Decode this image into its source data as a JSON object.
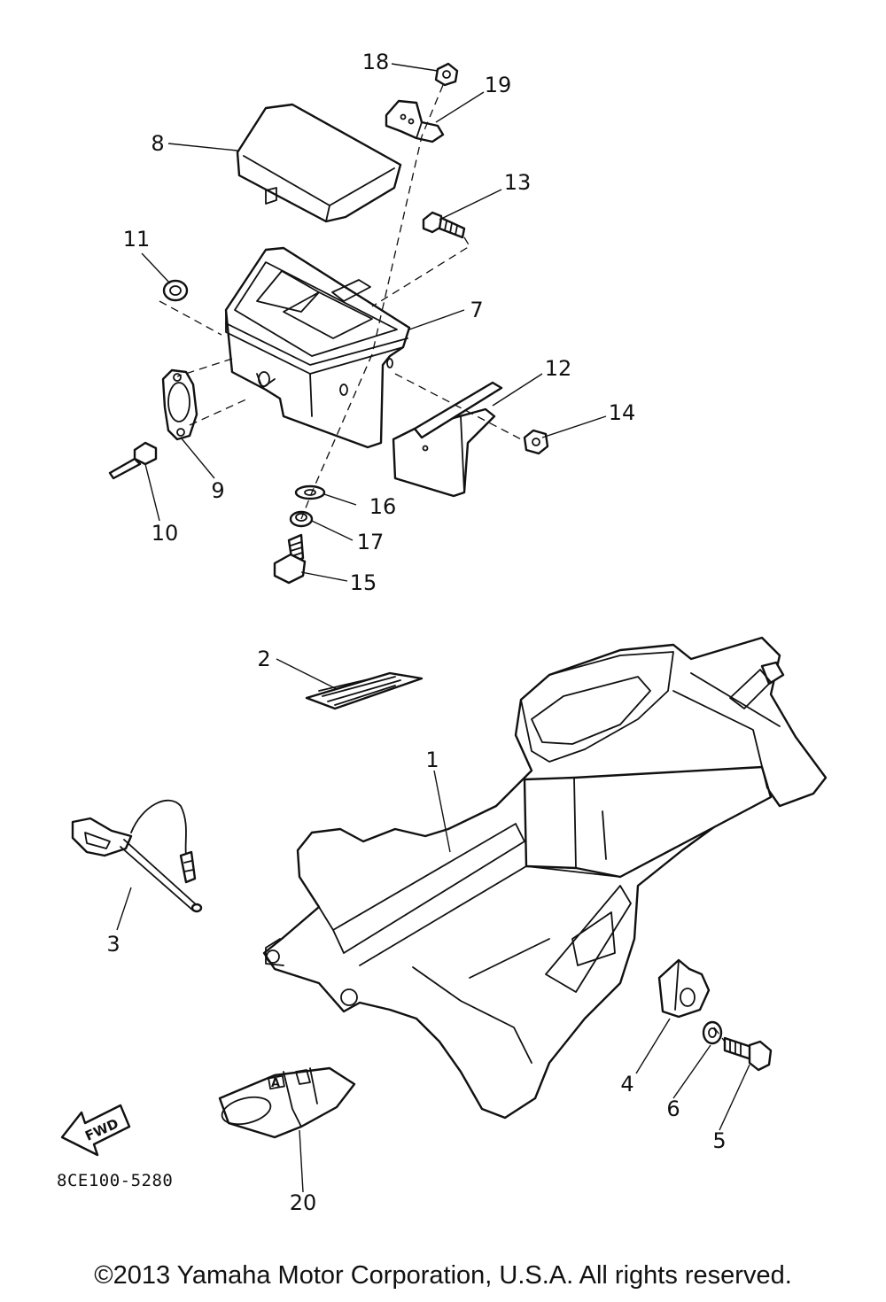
{
  "diagram": {
    "code": "8CE100-5280",
    "copyright": "©2013 Yamaha Motor Corporation, U.S.A. All rights reserved.",
    "fwd_arrow_text": "FWD",
    "badge_text": "A",
    "callouts": [
      "1",
      "2",
      "3",
      "4",
      "5",
      "6",
      "7",
      "8",
      "9",
      "10",
      "11",
      "12",
      "13",
      "14",
      "15",
      "16",
      "17",
      "18",
      "19",
      "20"
    ]
  }
}
